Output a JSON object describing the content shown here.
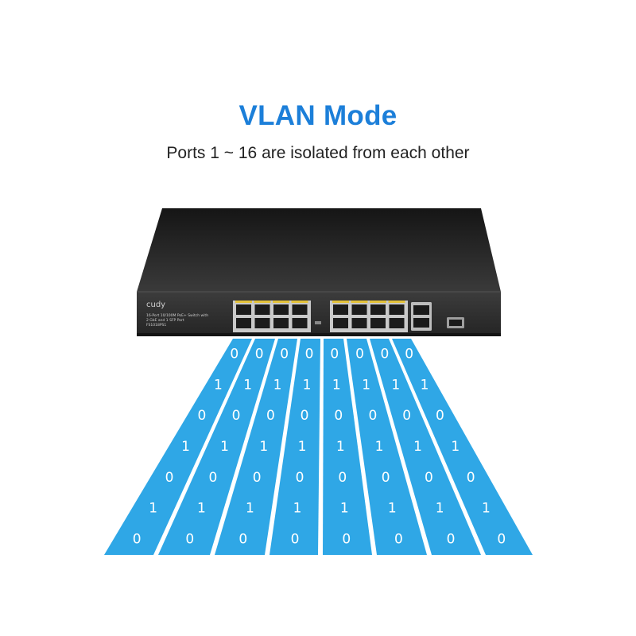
{
  "colors": {
    "title": "#1c7fd9",
    "subtitle": "#222222",
    "stream": "#2fa7e6",
    "switch_body": "#2a2a2a",
    "port_led": "#e3c23a"
  },
  "header": {
    "title": "VLAN Mode",
    "subtitle": "Ports 1 ~ 16 are isolated from each other"
  },
  "device": {
    "brand": "cudy",
    "model_line1": "16-Port 10/100M PoE+ Switch with",
    "model_line2": "2 GbE and 1 SFP Port",
    "model_line3": "FS1018PS1"
  },
  "streams": {
    "binary_digits": [
      "0",
      "1",
      "0",
      "1",
      "0",
      "1",
      "0"
    ]
  }
}
